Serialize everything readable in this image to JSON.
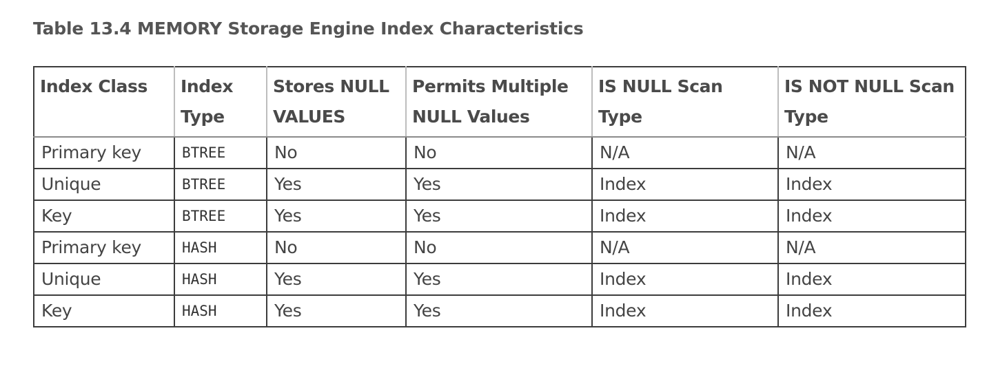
{
  "document": {
    "title": "Table 13.4 MEMORY Storage Engine Index Characteristics"
  },
  "table": {
    "headers": [
      "Index Class",
      "Index Type",
      "Stores NULL VALUES",
      "Permits Multiple NULL Values",
      "IS NULL Scan Type",
      "IS NOT NULL Scan Type"
    ],
    "rows": [
      [
        "Primary key",
        "BTREE",
        "No",
        "No",
        "N/A",
        "N/A"
      ],
      [
        "Unique",
        "BTREE",
        "Yes",
        "Yes",
        "Index",
        "Index"
      ],
      [
        "Key",
        "BTREE",
        "Yes",
        "Yes",
        "Index",
        "Index"
      ],
      [
        "Primary key",
        "HASH",
        "No",
        "No",
        "N/A",
        "N/A"
      ],
      [
        "Unique",
        "HASH",
        "Yes",
        "Yes",
        "Index",
        "Index"
      ],
      [
        "Key",
        "HASH",
        "Yes",
        "Yes",
        "Index",
        "Index"
      ]
    ]
  }
}
